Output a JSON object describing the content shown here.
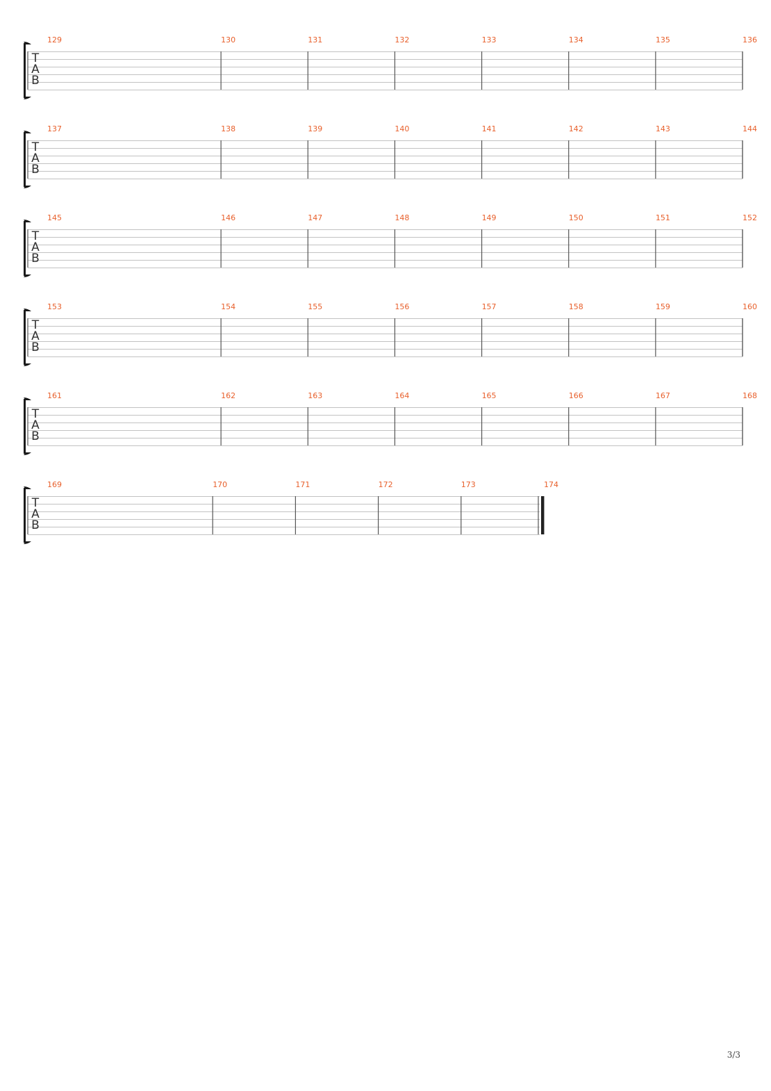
{
  "document": {
    "clef_letters": [
      "T",
      "A",
      "B"
    ],
    "page_number": "3/3",
    "systems": [
      {
        "measures": [
          "129",
          "130",
          "131",
          "132",
          "133",
          "134",
          "135",
          "136"
        ],
        "final": false
      },
      {
        "measures": [
          "137",
          "138",
          "139",
          "140",
          "141",
          "142",
          "143",
          "144"
        ],
        "final": false
      },
      {
        "measures": [
          "145",
          "146",
          "147",
          "148",
          "149",
          "150",
          "151",
          "152"
        ],
        "final": false
      },
      {
        "measures": [
          "153",
          "154",
          "155",
          "156",
          "157",
          "158",
          "159",
          "160"
        ],
        "final": false
      },
      {
        "measures": [
          "161",
          "162",
          "163",
          "164",
          "165",
          "166",
          "167",
          "168"
        ],
        "final": false
      },
      {
        "measures": [
          "169",
          "170",
          "171",
          "172",
          "173",
          "174"
        ],
        "final": true
      }
    ]
  },
  "colors": {
    "bar_number": "#e8602c",
    "staff_line": "#c2c2c2",
    "barline": "#555555",
    "bracket": "#1a1a1a"
  }
}
